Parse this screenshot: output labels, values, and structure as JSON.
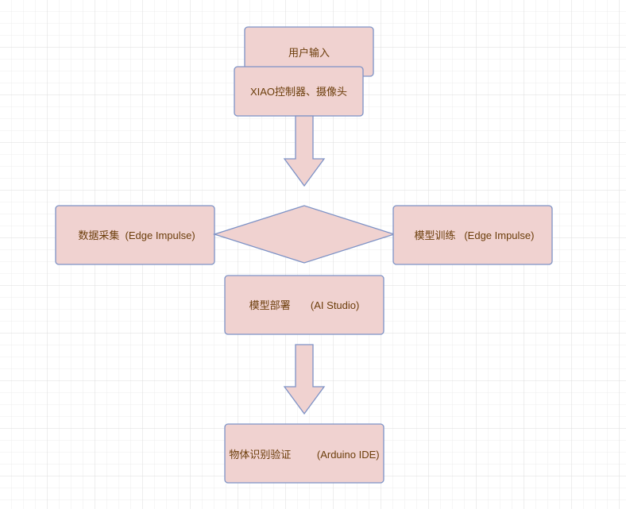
{
  "colors": {
    "fill": "#f0d2d0",
    "stroke": "#7d92c6",
    "text": "#6b3d0a",
    "grid": "#e6e6e6"
  },
  "nodes": {
    "user_input": "用户输入",
    "xiao": "XIAO控制器、摄像头",
    "data_collect": "数据采集  (Edge Impulse)",
    "model_train": "模型训练   (Edge Impulse)",
    "model_deploy": "模型部署       (AI Studio)",
    "object_detect": "物体识别验证         (Arduino IDE)"
  }
}
